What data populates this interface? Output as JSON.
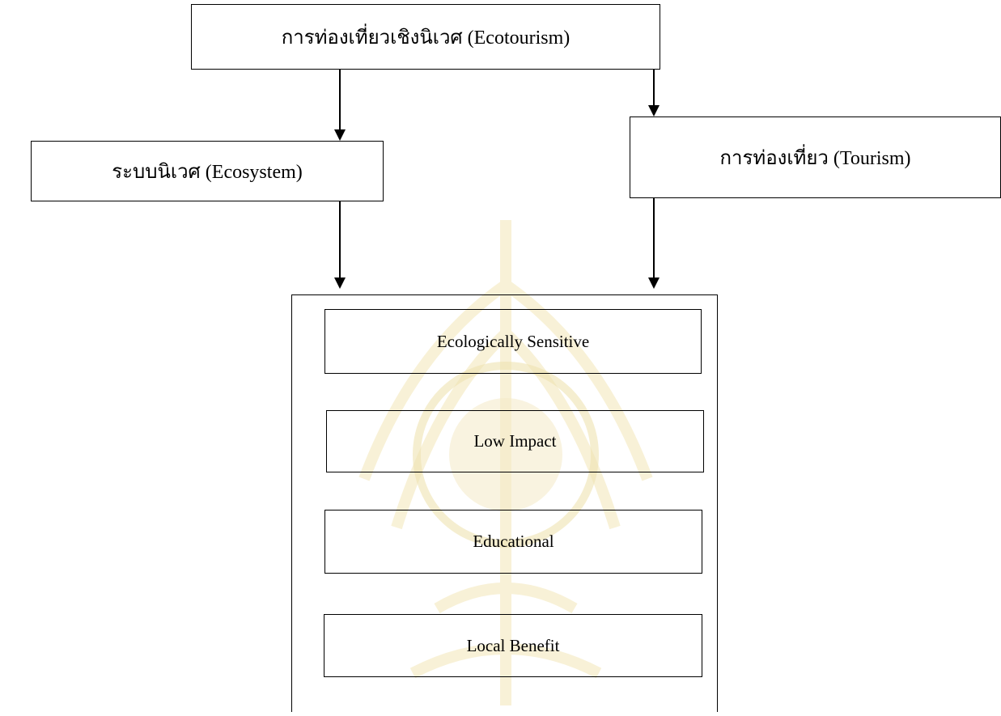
{
  "diagram": {
    "root": {
      "label": "การท่องเที่ยวเชิงนิเวศ (Ecotourism)"
    },
    "left": {
      "label": "ระบบนิเวศ (Ecosystem)"
    },
    "right": {
      "label": "การท่องเที่ยว (Tourism)"
    },
    "principles": [
      {
        "label": "Ecologically Sensitive"
      },
      {
        "label": "Low Impact"
      },
      {
        "label": "Educational"
      },
      {
        "label": "Local Benefit"
      }
    ]
  }
}
